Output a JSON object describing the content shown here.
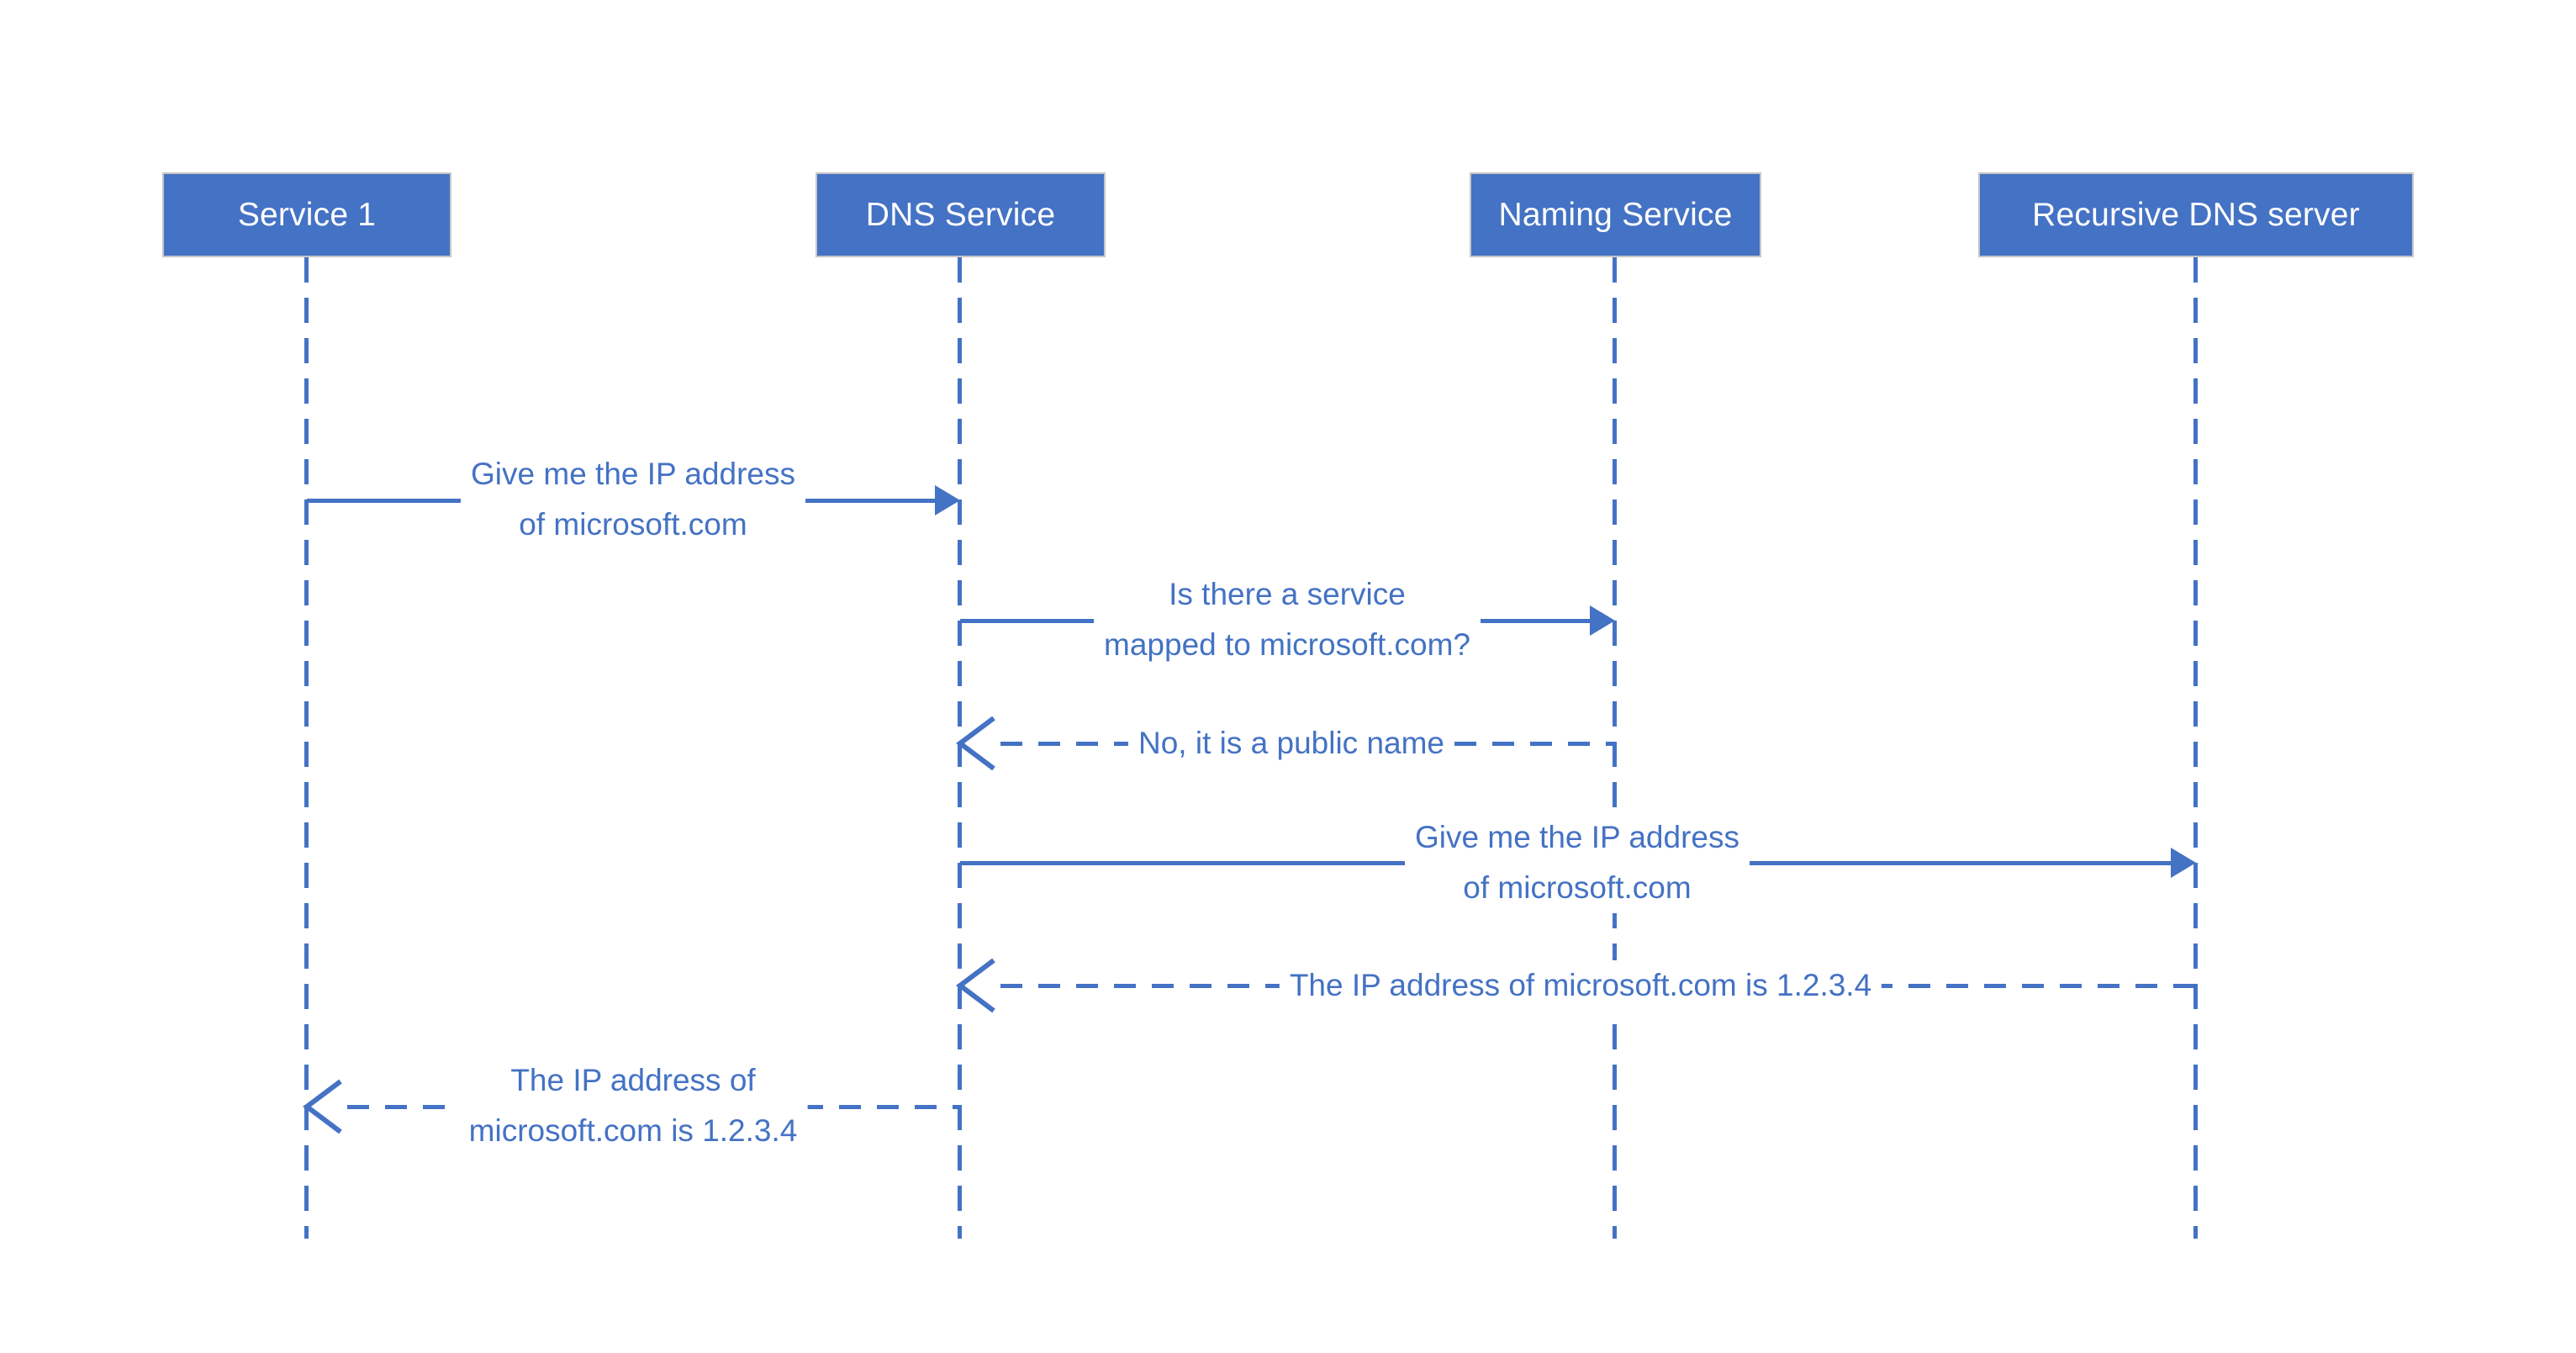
{
  "diagram": {
    "type": "sequence-diagram",
    "background": "#ffffff",
    "accent_color": "#4472C4",
    "box_fill": "#4472C4",
    "box_border": "#C6C6C6",
    "box_text_color": "#ffffff",
    "actors": [
      {
        "label": "Service 1"
      },
      {
        "label": "DNS Service"
      },
      {
        "label": "Naming Service"
      },
      {
        "label": "Recursive DNS server"
      }
    ],
    "messages": [
      {
        "from": "Service 1",
        "to": "DNS Service",
        "line_style": "solid",
        "arrowhead": "filled",
        "lines": [
          "Give me the IP address",
          "of microsoft.com"
        ]
      },
      {
        "from": "DNS Service",
        "to": "Naming Service",
        "line_style": "solid",
        "arrowhead": "filled",
        "lines": [
          "Is there a service",
          "mapped to microsoft.com?"
        ]
      },
      {
        "from": "Naming Service",
        "to": "DNS Service",
        "line_style": "dashed",
        "arrowhead": "open",
        "lines": [
          "No, it is a public name"
        ]
      },
      {
        "from": "DNS Service",
        "to": "Recursive DNS server",
        "line_style": "solid",
        "arrowhead": "filled",
        "lines": [
          "Give me the IP address",
          "of microsoft.com"
        ]
      },
      {
        "from": "Recursive DNS server",
        "to": "DNS Service",
        "line_style": "dashed",
        "arrowhead": "open",
        "lines": [
          "The IP address of microsoft.com is 1.2.3.4"
        ]
      },
      {
        "from": "DNS Service",
        "to": "Service 1",
        "line_style": "dashed",
        "arrowhead": "open",
        "lines": [
          "The IP address of",
          "microsoft.com is 1.2.3.4"
        ]
      }
    ]
  }
}
